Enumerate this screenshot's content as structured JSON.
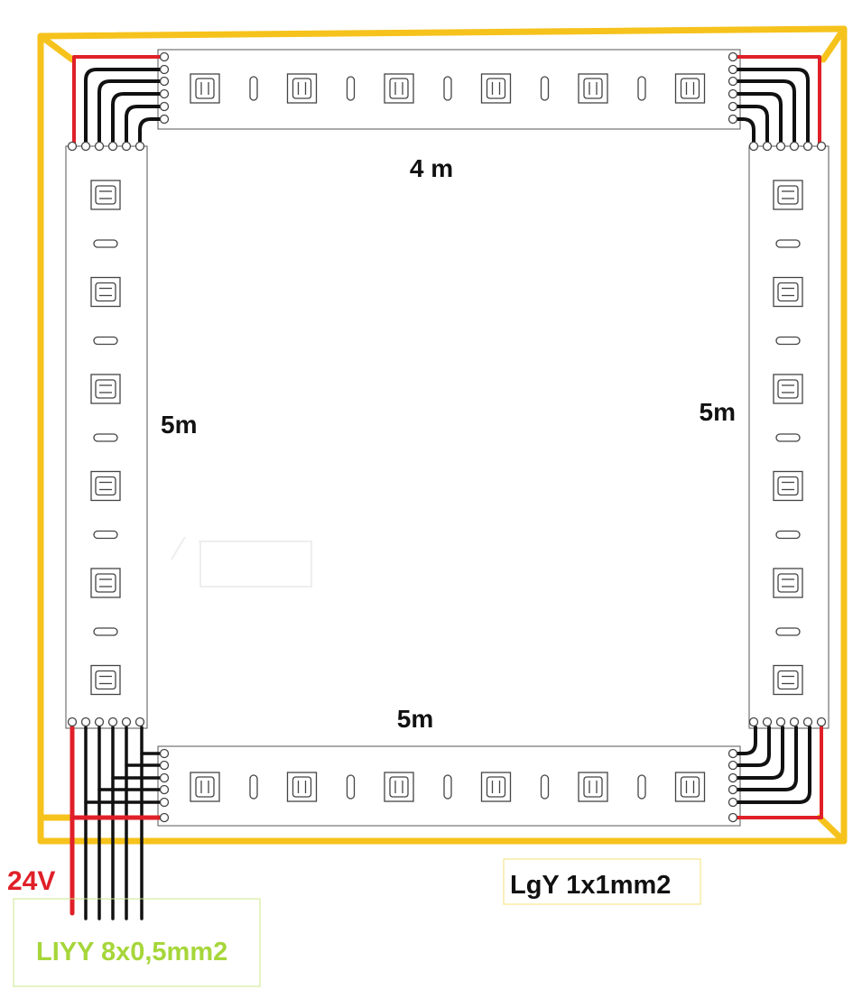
{
  "labels": {
    "top_length": "4 m",
    "left_length": "5m",
    "right_length": "5m",
    "bottom_length": "5m",
    "voltage": "24V",
    "power_cable": "LgY 1x1mm2",
    "signal_cable": "LIYY 8x0,5mm2"
  },
  "colors": {
    "power_wire": "#e02028",
    "ground_loop": "#f6c21c",
    "signal_wire": "#111111",
    "strip_outline": "#555555",
    "voltage_text": "#e02028",
    "signal_cable_text": "#a6d63a",
    "signal_cable_box": "#c8e88a",
    "power_cable_box": "#f4e07a"
  },
  "strips": [
    {
      "name": "top",
      "leds": 6
    },
    {
      "name": "left",
      "leds": 6
    },
    {
      "name": "right",
      "leds": 6
    },
    {
      "name": "bottom",
      "leds": 6
    }
  ]
}
